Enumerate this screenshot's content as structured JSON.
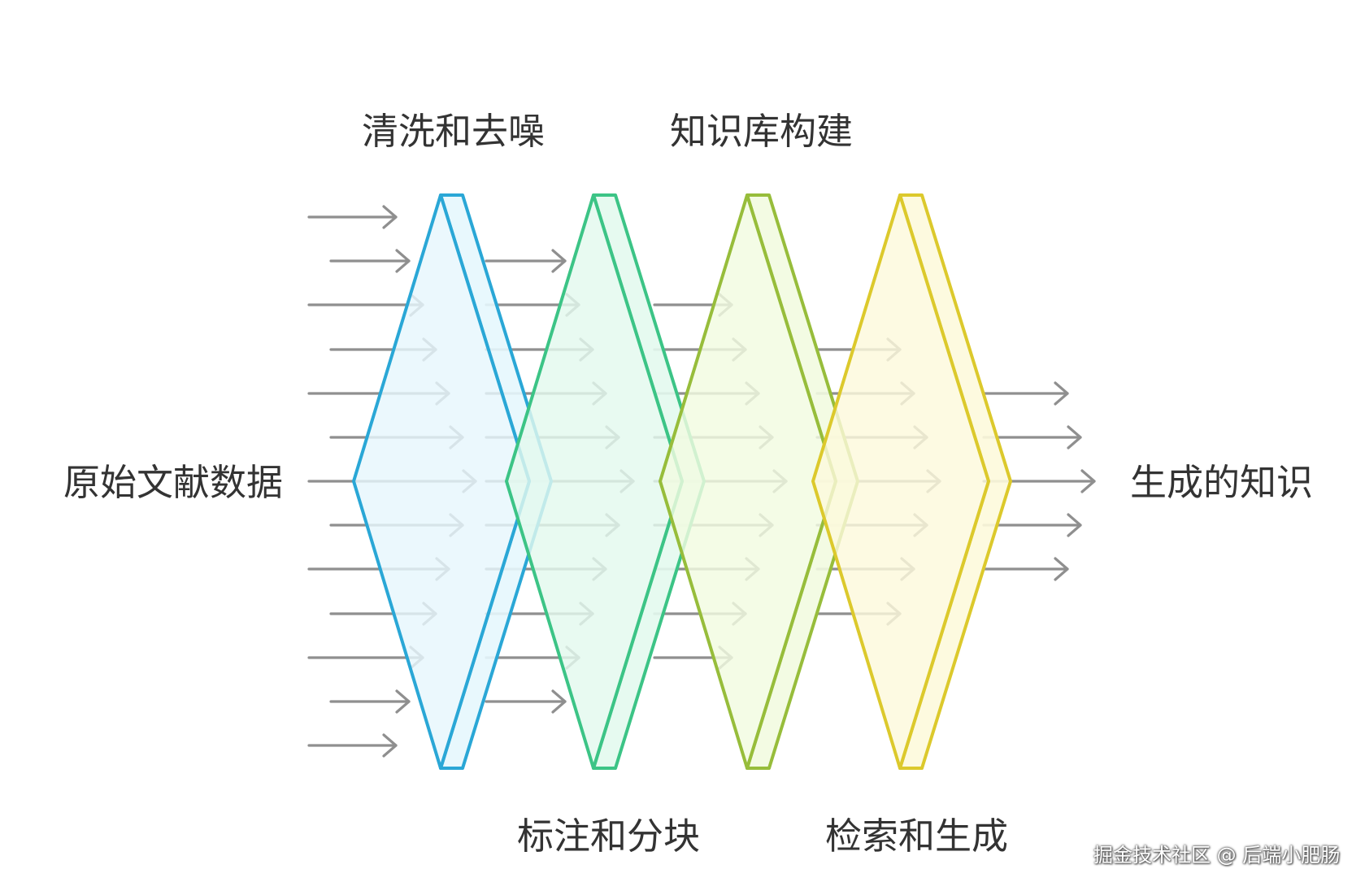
{
  "diagram": {
    "input_label": "原始文献数据",
    "output_label": "生成的知识",
    "stages": [
      {
        "label": "清洗和去噪",
        "label_position": "top",
        "stroke": "#2aa7d6",
        "fill": "#e6f7fd"
      },
      {
        "label": "标注和分块",
        "label_position": "bottom",
        "stroke": "#3cc486",
        "fill": "#e3f9ee"
      },
      {
        "label": "知识库构建",
        "label_position": "top",
        "stroke": "#97bd3b",
        "fill": "#f2fbe0"
      },
      {
        "label": "检索和生成",
        "label_position": "bottom",
        "stroke": "#dcc92c",
        "fill": "#fdf9dc"
      }
    ],
    "arrow_color": "#8f8f8f"
  },
  "watermark": "掘金技术社区 @ 后端小肥肠"
}
